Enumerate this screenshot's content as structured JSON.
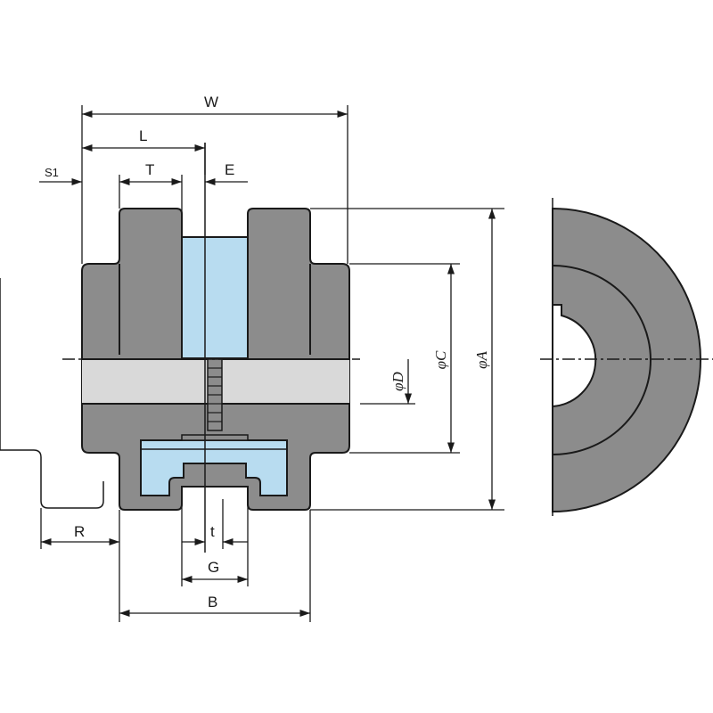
{
  "labels": {
    "W": "W",
    "L": "L",
    "T": "T",
    "E": "E",
    "S1": "S1",
    "R": "R",
    "t": "t",
    "G": "G",
    "B": "B",
    "phiD": "φD",
    "phiC": "φC",
    "phiA": "φA"
  },
  "colors": {
    "body": "#8c8c8c",
    "outline": "#1a1a1a",
    "spacer": "#b8dcf0",
    "bore": "#d9d9d9",
    "line": "#1a1a1a"
  }
}
